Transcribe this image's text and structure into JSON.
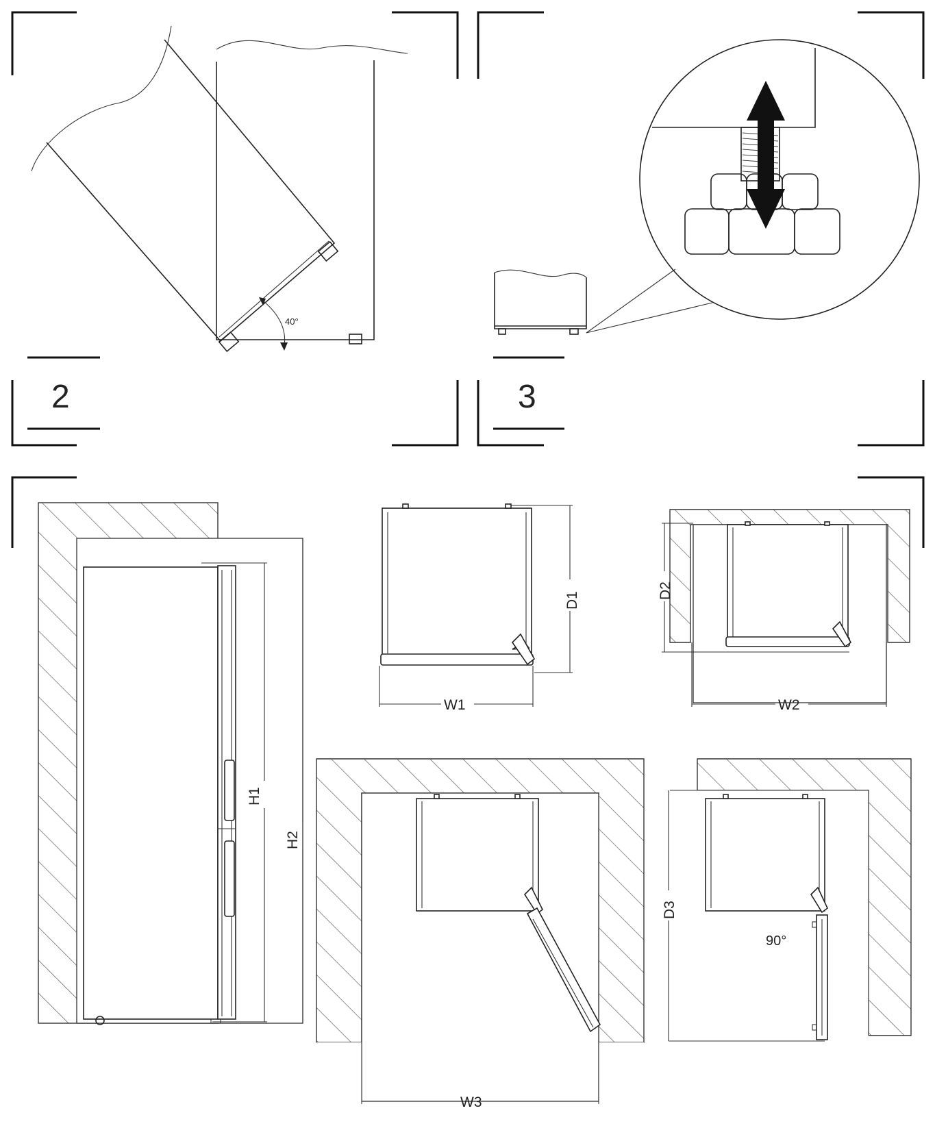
{
  "panels": {
    "tilt": {
      "number": "2",
      "angle_label": "40°"
    },
    "feet": {
      "number": "3"
    }
  },
  "dimensions": {
    "h1": "H1",
    "h2": "H2",
    "d1": "D1",
    "d2": "D2",
    "d3": "D3",
    "w1": "W1",
    "w2": "W2",
    "w3": "W3",
    "door_angle": "90°"
  },
  "icons": {
    "arrow": "double-arrow-icon"
  }
}
